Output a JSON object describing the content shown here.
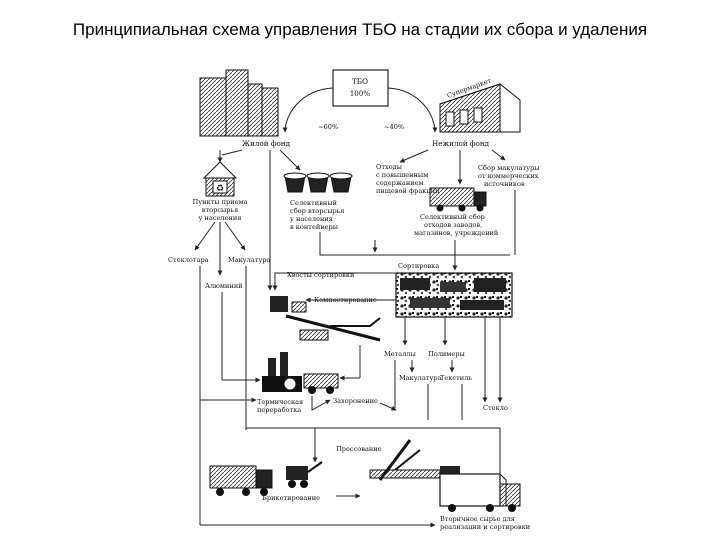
{
  "title": "Принципиальная схема управления ТБО на стадии их сбора и удаления",
  "nodes": {
    "tbo_title": "ТБО",
    "tbo_pct": "100%",
    "pct_left": "~60%",
    "pct_right": "~40%",
    "supermarket": "Супермаркет",
    "residential": "Жилой фонд",
    "nonresidential": "Нежилой фонд",
    "collection_points_1": "Пункты приема",
    "collection_points_2": "вторсырья",
    "collection_points_3": "у населения",
    "selective_pop_1": "Селективный",
    "selective_pop_2": "сбор вторсырья",
    "selective_pop_3": "у населения",
    "selective_pop_4": "в контейнеры",
    "waste_high_1": "Отходы",
    "waste_high_2": "с повышенным",
    "waste_high_3": "содержанием",
    "waste_high_4": "пищевой фракции",
    "paper_collect_1": "Сбор макулатуры",
    "paper_collect_2": "от коммерческих",
    "paper_collect_3": "источников",
    "selective_org_1": "Селективный сбор",
    "selective_org_2": "отходов заводов,",
    "selective_org_3": "магазинов, учреждений",
    "glass_scrap": "Стеклотара",
    "waste_paper_pop": "Макулатура",
    "aluminum": "Алюминий",
    "sorting_tails": "Хвосты сортировки",
    "sorting": "Сортировка",
    "composting": "Компостирование",
    "metals": "Металлы",
    "polymers": "Полимеры",
    "waste_paper": "Макулатура",
    "textile": "Текстиль",
    "glass": "Стекло",
    "thermal_1": "Термическая",
    "thermal_2": "переработка",
    "landfill": "Захоронение",
    "pressing": "Прессование",
    "briquetting": "Брикетирование",
    "secondary_raw_1": "Вторичное сырье для",
    "secondary_raw_2": "реализации и сортировки"
  }
}
